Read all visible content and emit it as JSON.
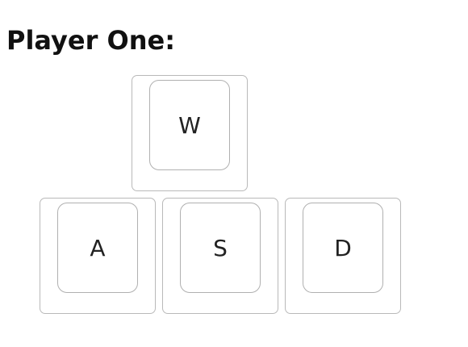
{
  "title": "Player One:",
  "keys": {
    "up": "W",
    "left": "A",
    "down": "S",
    "right": "D"
  }
}
